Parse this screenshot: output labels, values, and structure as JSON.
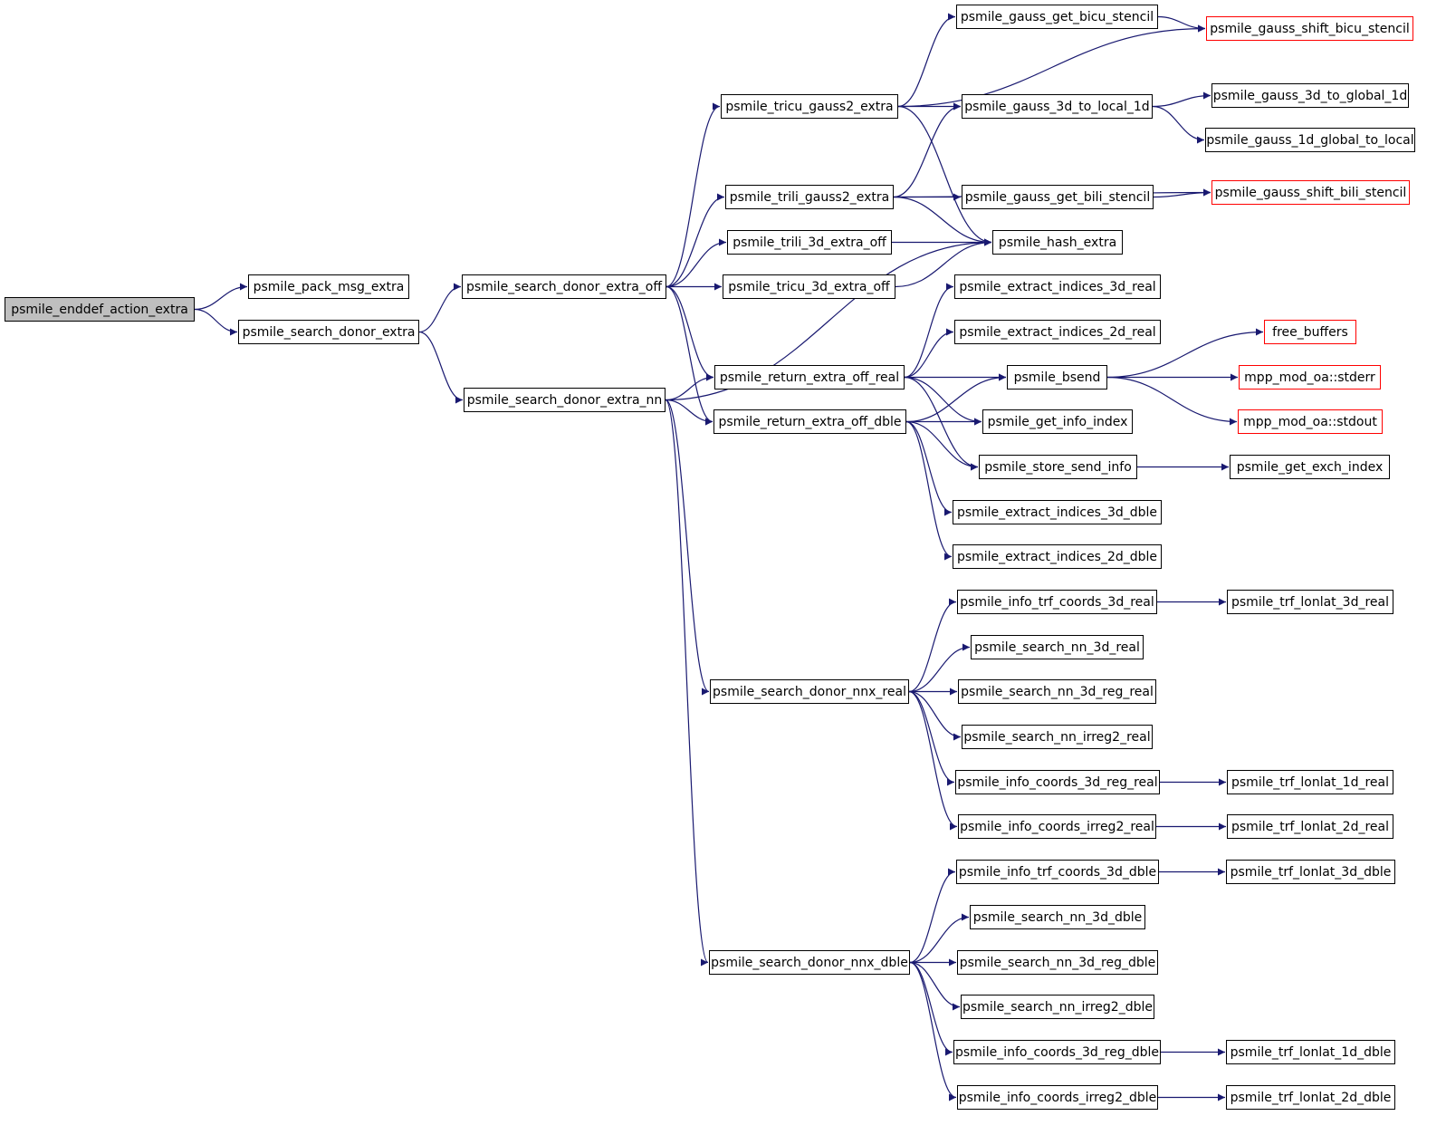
{
  "colors": {
    "edge": "#191970",
    "node_border": "#000000",
    "truncated_border": "#ff0000",
    "root_fill": "#bfbfbf",
    "background": "#ffffff"
  },
  "nodes": {
    "n_enddef": "psmile_enddef_action_extra",
    "n_pack": "psmile_pack_msg_extra",
    "n_sdextra": "psmile_search_donor_extra",
    "n_sdoff": "psmile_search_donor_extra_off",
    "n_sdnn": "psmile_search_donor_extra_nn",
    "n_tricu_g2": "psmile_tricu_gauss2_extra",
    "n_trili_g2": "psmile_trili_gauss2_extra",
    "n_trili3d": "psmile_trili_3d_extra_off",
    "n_tricu3d": "psmile_tricu_3d_extra_off",
    "n_ret_real": "psmile_return_extra_off_real",
    "n_ret_dble": "psmile_return_extra_off_dble",
    "n_nnx_real": "psmile_search_donor_nnx_real",
    "n_nnx_dble": "psmile_search_donor_nnx_dble",
    "n_bicu": "psmile_gauss_get_bicu_stencil",
    "n_g3d_local": "psmile_gauss_3d_to_local_1d",
    "n_bili": "psmile_gauss_get_bili_stencil",
    "n_hash": "psmile_hash_extra",
    "n_ext3dr": "psmile_extract_indices_3d_real",
    "n_ext2dr": "psmile_extract_indices_2d_real",
    "n_bsend": "psmile_bsend",
    "n_getinfo": "psmile_get_info_index",
    "n_store": "psmile_store_send_info",
    "n_ext3dd": "psmile_extract_indices_3d_dble",
    "n_ext2dd": "psmile_extract_indices_2d_dble",
    "n_itrf3dr": "psmile_info_trf_coords_3d_real",
    "n_nn3dr": "psmile_search_nn_3d_real",
    "n_nn3dregr": "psmile_search_nn_3d_reg_real",
    "n_nnirr2r": "psmile_search_nn_irreg2_real",
    "n_ic3dregr": "psmile_info_coords_3d_reg_real",
    "n_icirr2r": "psmile_info_coords_irreg2_real",
    "n_itrf3dd": "psmile_info_trf_coords_3d_dble",
    "n_nn3dd": "psmile_search_nn_3d_dble",
    "n_nn3dregd": "psmile_search_nn_3d_reg_dble",
    "n_nnirr2d": "psmile_search_nn_irreg2_dble",
    "n_ic3dregd": "psmile_info_coords_3d_reg_dble",
    "n_icirr2d": "psmile_info_coords_irreg2_dble",
    "n_shift_bicu": "psmile_gauss_shift_bicu_stencil",
    "n_g3d_global": "psmile_gauss_3d_to_global_1d",
    "n_g1d_local": "psmile_gauss_1d_global_to_local",
    "n_shift_bili": "psmile_gauss_shift_bili_stencil",
    "n_free": "free_buffers",
    "n_stderr": "mpp_mod_oa::stderr",
    "n_stdout": "mpp_mod_oa::stdout",
    "n_exch": "psmile_get_exch_index",
    "n_trf3dr": "psmile_trf_lonlat_3d_real",
    "n_trf1dr": "psmile_trf_lonlat_1d_real",
    "n_trf2dr": "psmile_trf_lonlat_2d_real",
    "n_trf3dd": "psmile_trf_lonlat_3d_dble",
    "n_trf1dd": "psmile_trf_lonlat_1d_dble",
    "n_trf2dd": "psmile_trf_lonlat_2d_dble"
  },
  "edges": [
    [
      "n_enddef",
      "n_pack"
    ],
    [
      "n_enddef",
      "n_sdextra"
    ],
    [
      "n_sdextra",
      "n_sdoff"
    ],
    [
      "n_sdextra",
      "n_sdnn"
    ],
    [
      "n_sdoff",
      "n_tricu_g2"
    ],
    [
      "n_sdoff",
      "n_trili_g2"
    ],
    [
      "n_sdoff",
      "n_trili3d"
    ],
    [
      "n_sdoff",
      "n_tricu3d"
    ],
    [
      "n_sdoff",
      "n_ret_real"
    ],
    [
      "n_sdoff",
      "n_ret_dble"
    ],
    [
      "n_sdnn",
      "n_hash"
    ],
    [
      "n_sdnn",
      "n_ret_real"
    ],
    [
      "n_sdnn",
      "n_ret_dble"
    ],
    [
      "n_sdnn",
      "n_nnx_real"
    ],
    [
      "n_sdnn",
      "n_nnx_dble"
    ],
    [
      "n_tricu_g2",
      "n_bicu"
    ],
    [
      "n_tricu_g2",
      "n_shift_bicu"
    ],
    [
      "n_tricu_g2",
      "n_g3d_local"
    ],
    [
      "n_tricu_g2",
      "n_hash"
    ],
    [
      "n_trili_g2",
      "n_g3d_local"
    ],
    [
      "n_trili_g2",
      "n_shift_bili"
    ],
    [
      "n_trili_g2",
      "n_bili"
    ],
    [
      "n_trili_g2",
      "n_hash"
    ],
    [
      "n_trili3d",
      "n_hash"
    ],
    [
      "n_tricu3d",
      "n_hash"
    ],
    [
      "n_ret_real",
      "n_ext3dr"
    ],
    [
      "n_ret_real",
      "n_ext2dr"
    ],
    [
      "n_ret_real",
      "n_bsend"
    ],
    [
      "n_ret_real",
      "n_getinfo"
    ],
    [
      "n_ret_real",
      "n_store"
    ],
    [
      "n_ret_dble",
      "n_bsend"
    ],
    [
      "n_ret_dble",
      "n_getinfo"
    ],
    [
      "n_ret_dble",
      "n_store"
    ],
    [
      "n_ret_dble",
      "n_ext3dd"
    ],
    [
      "n_ret_dble",
      "n_ext2dd"
    ],
    [
      "n_nnx_real",
      "n_itrf3dr"
    ],
    [
      "n_nnx_real",
      "n_nn3dr"
    ],
    [
      "n_nnx_real",
      "n_nn3dregr"
    ],
    [
      "n_nnx_real",
      "n_nnirr2r"
    ],
    [
      "n_nnx_real",
      "n_ic3dregr"
    ],
    [
      "n_nnx_real",
      "n_icirr2r"
    ],
    [
      "n_nnx_dble",
      "n_itrf3dd"
    ],
    [
      "n_nnx_dble",
      "n_nn3dd"
    ],
    [
      "n_nnx_dble",
      "n_nn3dregd"
    ],
    [
      "n_nnx_dble",
      "n_nnirr2d"
    ],
    [
      "n_nnx_dble",
      "n_ic3dregd"
    ],
    [
      "n_nnx_dble",
      "n_icirr2d"
    ],
    [
      "n_bicu",
      "n_shift_bicu"
    ],
    [
      "n_g3d_local",
      "n_g3d_global"
    ],
    [
      "n_g3d_local",
      "n_g1d_local"
    ],
    [
      "n_bili",
      "n_shift_bili"
    ],
    [
      "n_bsend",
      "n_free"
    ],
    [
      "n_bsend",
      "n_stderr"
    ],
    [
      "n_bsend",
      "n_stdout"
    ],
    [
      "n_store",
      "n_exch"
    ],
    [
      "n_itrf3dr",
      "n_trf3dr"
    ],
    [
      "n_ic3dregr",
      "n_trf1dr"
    ],
    [
      "n_icirr2r",
      "n_trf2dr"
    ],
    [
      "n_itrf3dd",
      "n_trf3dd"
    ],
    [
      "n_ic3dregd",
      "n_trf1dd"
    ],
    [
      "n_icirr2d",
      "n_trf2dd"
    ]
  ]
}
